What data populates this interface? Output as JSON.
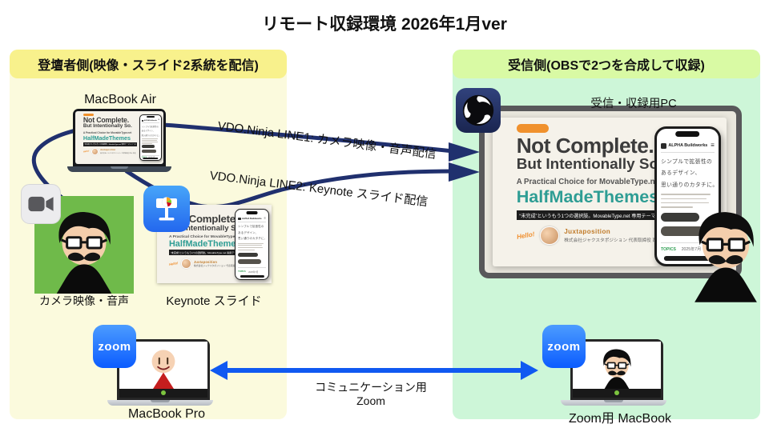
{
  "title": "リモート収録環境 2026年1月ver",
  "left_panel": {
    "header": "登壇者側(映像・スライド2系統を配信)",
    "macbook_air_label": "MacBook Air",
    "camera_label": "カメラ映像・音声",
    "keynote_label": "Keynote スライド",
    "macbook_pro_label": "MacBook Pro"
  },
  "right_panel": {
    "header": "受信側(OBSで2つを合成して収録)",
    "pc_label": "受信・収録用PC",
    "zoom_mac_label": "Zoom用 MacBook"
  },
  "connections": {
    "line1_label": "VDO.Ninja LINE1: カメラ映像・音声配信",
    "line2_label": "VDO.Ninja LINE2: Keynote スライド配信",
    "zoom_label_1": "コミュニケーション用",
    "zoom_label_2": "Zoom"
  },
  "slide": {
    "title1": "Not Complete.",
    "title2": "But Intentionally So.",
    "subtitle": "A Practical Choice for MovableType.net",
    "brand": "HalfMadeThemes",
    "bar_text": "“未完成”というもう1つの選択肢。MovableType.net 専用テーマシリーズ",
    "hello": "Hello!",
    "company": "Juxtaposition",
    "company_detail": "株式会社ジャクスタポジション 代表取締役 西山 泰史"
  },
  "phone": {
    "header": "ALPHA Buildworks",
    "headline1": "シンプルで拡張性の",
    "headline2": "あるデザイン、",
    "headline3": "思い通りのカタチに。",
    "topics_label": "TOPICS",
    "topics_date": "2025年7月"
  },
  "zoom_icon_label": "zoom",
  "icons": {
    "camera": "video-camera",
    "keynote": "keynote-app",
    "obs": "obs-studio",
    "zoom": "zoom-app"
  },
  "colors": {
    "navy_arrow": "#20306E",
    "blue_arrow": "#1059F1",
    "panel_yellow": "#FBFADD",
    "header_yellow": "#F8F18C",
    "panel_green": "#CDF6D8",
    "header_green": "#D9FAA4",
    "camera_square_green": "#6FBA4A",
    "brand_teal": "#2E9D94"
  }
}
